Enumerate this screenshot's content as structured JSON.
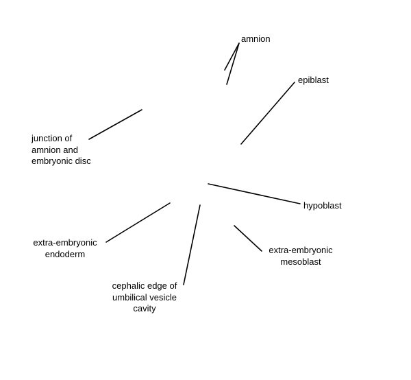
{
  "diagram": {
    "line_color": "#000000",
    "labels": {
      "amnion": [
        "amnion"
      ],
      "epiblast": [
        "epiblast"
      ],
      "junction": [
        "junction of",
        "amnion and",
        "embryonic disc"
      ],
      "hypoblast": [
        "hypoblast"
      ],
      "extra_endoderm": [
        "extra-embryonic",
        "endoderm"
      ],
      "extra_mesoblast": [
        "extra-embryonic",
        "mesoblast"
      ],
      "cephalic_edge": [
        "cephalic edge of",
        "umbilical vesicle",
        "cavity"
      ]
    }
  }
}
